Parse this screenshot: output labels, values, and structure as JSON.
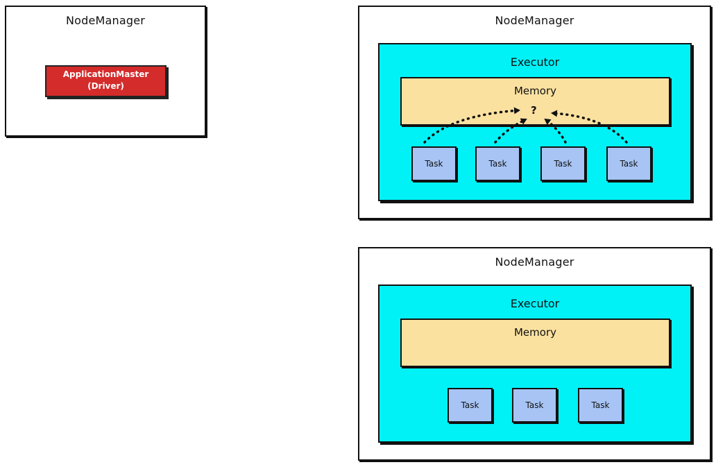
{
  "driver_node": {
    "title": "NodeManager",
    "application_master": {
      "line1": "ApplicationMaster",
      "line2": "(Driver)"
    }
  },
  "worker_node_1": {
    "title": "NodeManager",
    "executor": {
      "title": "Executor",
      "memory": "Memory",
      "question": "?",
      "tasks": [
        "Task",
        "Task",
        "Task",
        "Task"
      ]
    }
  },
  "worker_node_2": {
    "title": "NodeManager",
    "executor": {
      "title": "Executor",
      "memory": "Memory",
      "tasks": [
        "Task",
        "Task",
        "Task"
      ]
    }
  }
}
